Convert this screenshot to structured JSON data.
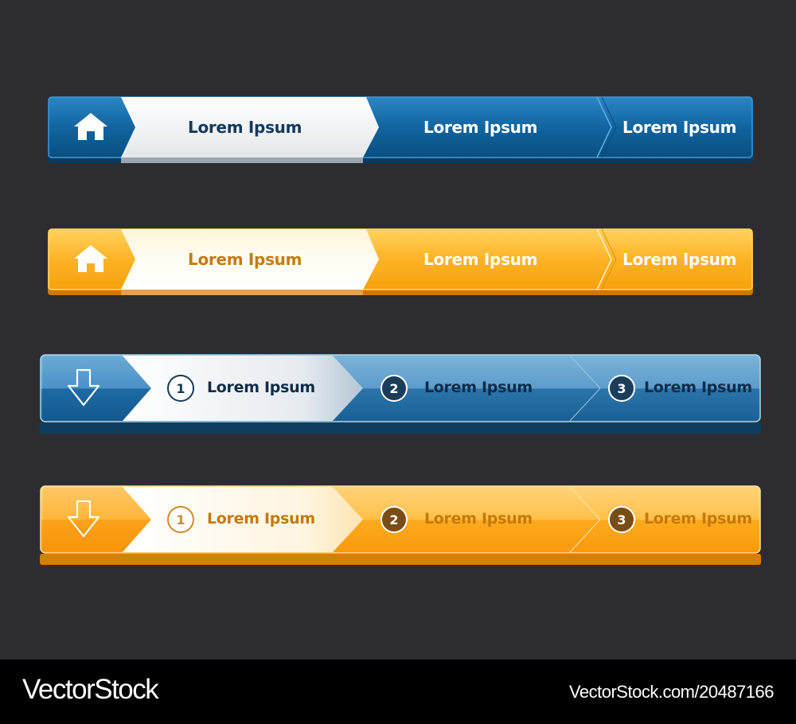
{
  "navbars": [
    {
      "style": "breadcrumb",
      "theme": "blue",
      "icon": "home-icon",
      "items": [
        {
          "label": "Lorem Ipsum",
          "state": "active"
        },
        {
          "label": "Lorem Ipsum",
          "state": "default"
        },
        {
          "label": "Lorem Ipsum",
          "state": "default"
        }
      ],
      "colors": {
        "base": "#0d5a90",
        "active": "#f2f3f5",
        "active_text": "#143a5c",
        "text": "#ffffff"
      }
    },
    {
      "style": "breadcrumb",
      "theme": "orange",
      "icon": "home-icon",
      "items": [
        {
          "label": "Lorem Ipsum",
          "state": "active"
        },
        {
          "label": "Lorem Ipsum",
          "state": "default"
        },
        {
          "label": "Lorem Ipsum",
          "state": "default"
        }
      ],
      "colors": {
        "base": "#fcae1e",
        "active": "#fffdf6",
        "active_text": "#c67b0d",
        "text": "#ffffff"
      }
    },
    {
      "style": "steps",
      "theme": "blue",
      "icon": "arrow-down-icon",
      "steps": [
        {
          "number": "1",
          "label": "Lorem Ipsum",
          "state": "active"
        },
        {
          "number": "2",
          "label": "Lorem Ipsum",
          "state": "default"
        },
        {
          "number": "3",
          "label": "Lorem Ipsum",
          "state": "default"
        }
      ],
      "colors": {
        "base": "#2c7ab0",
        "active": "#eef1f4",
        "text": "#0f2c48"
      }
    },
    {
      "style": "steps",
      "theme": "orange",
      "icon": "arrow-down-icon",
      "steps": [
        {
          "number": "1",
          "label": "Lorem Ipsum",
          "state": "active"
        },
        {
          "number": "2",
          "label": "Lorem Ipsum",
          "state": "default"
        },
        {
          "number": "3",
          "label": "Lorem Ipsum",
          "state": "default"
        }
      ],
      "colors": {
        "base": "#fca91f",
        "active": "#fffbf0",
        "text": "#c4790c"
      }
    }
  ],
  "footer": {
    "brand": "VectorStock",
    "image_id": "VectorStock.com/20487166"
  }
}
